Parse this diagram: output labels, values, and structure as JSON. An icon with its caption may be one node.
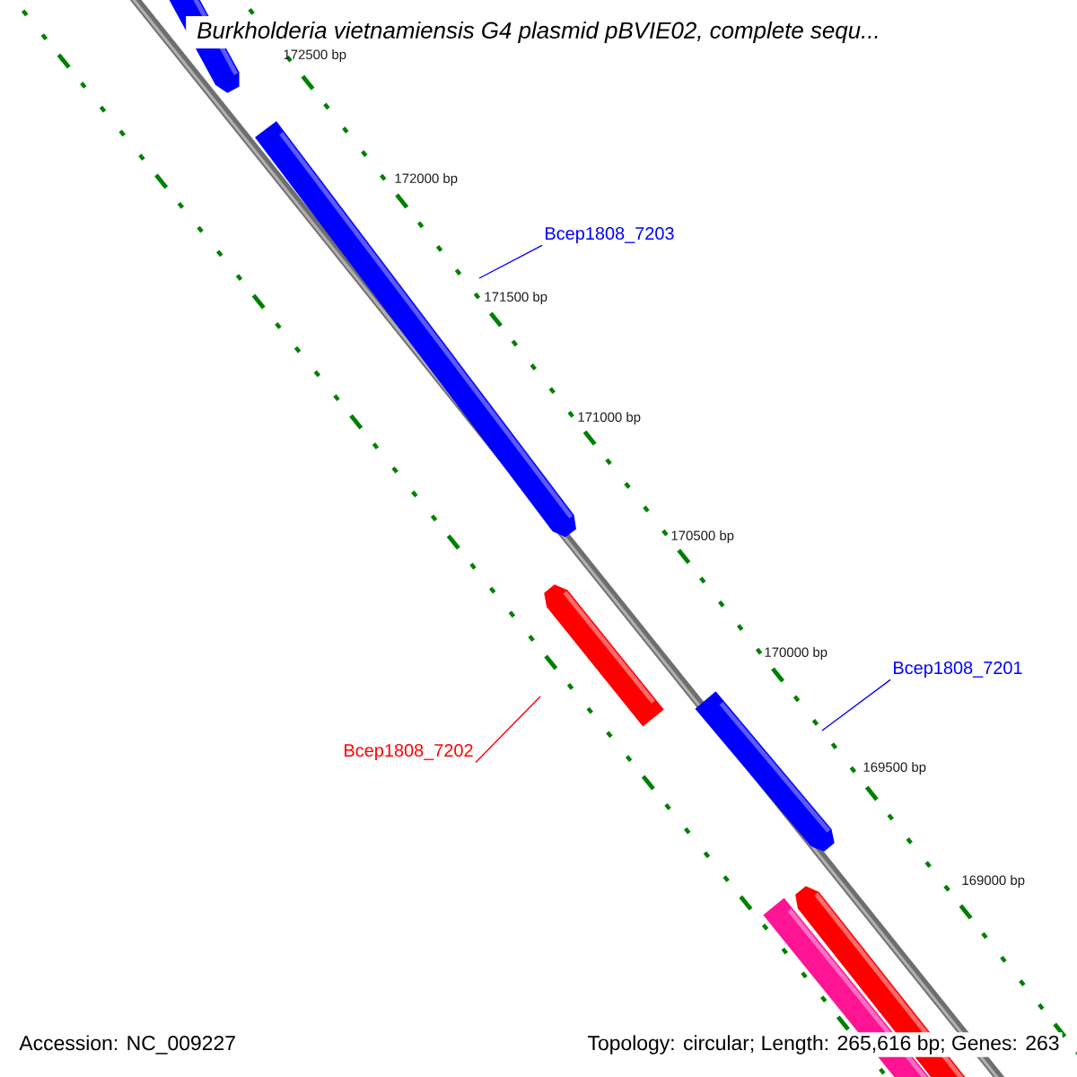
{
  "diagram": {
    "title": "Burkholderia vietnamiensis G4 plasmid pBVIE02, complete sequ...",
    "nodes": [
      {
        "text": [
          "Bcep1808_7203"
        ]
      },
      {
        "text": [
          "Bcep1808_7201"
        ]
      },
      {
        "text": [
          "Bcep1808_7202"
        ]
      }
    ],
    "edges": [
      {
        "from": 0,
        "to": null,
        "arrow": "none"
      },
      {
        "from": 1,
        "to": null,
        "arrow": "none"
      },
      {
        "from": 2,
        "to": null,
        "arrow": "none",
        "color": "#ff0000"
      }
    ],
    "labels": [
      "172500 bp",
      "172000 bp",
      "171500 bp",
      "171000 bp",
      "170500 bp",
      "170000 bp",
      "169500 bp",
      "169000 bp",
      "Accession: NC_009227",
      "Topology: circular; Length: 265,616 bp; Genes: 263"
    ]
  }
}
